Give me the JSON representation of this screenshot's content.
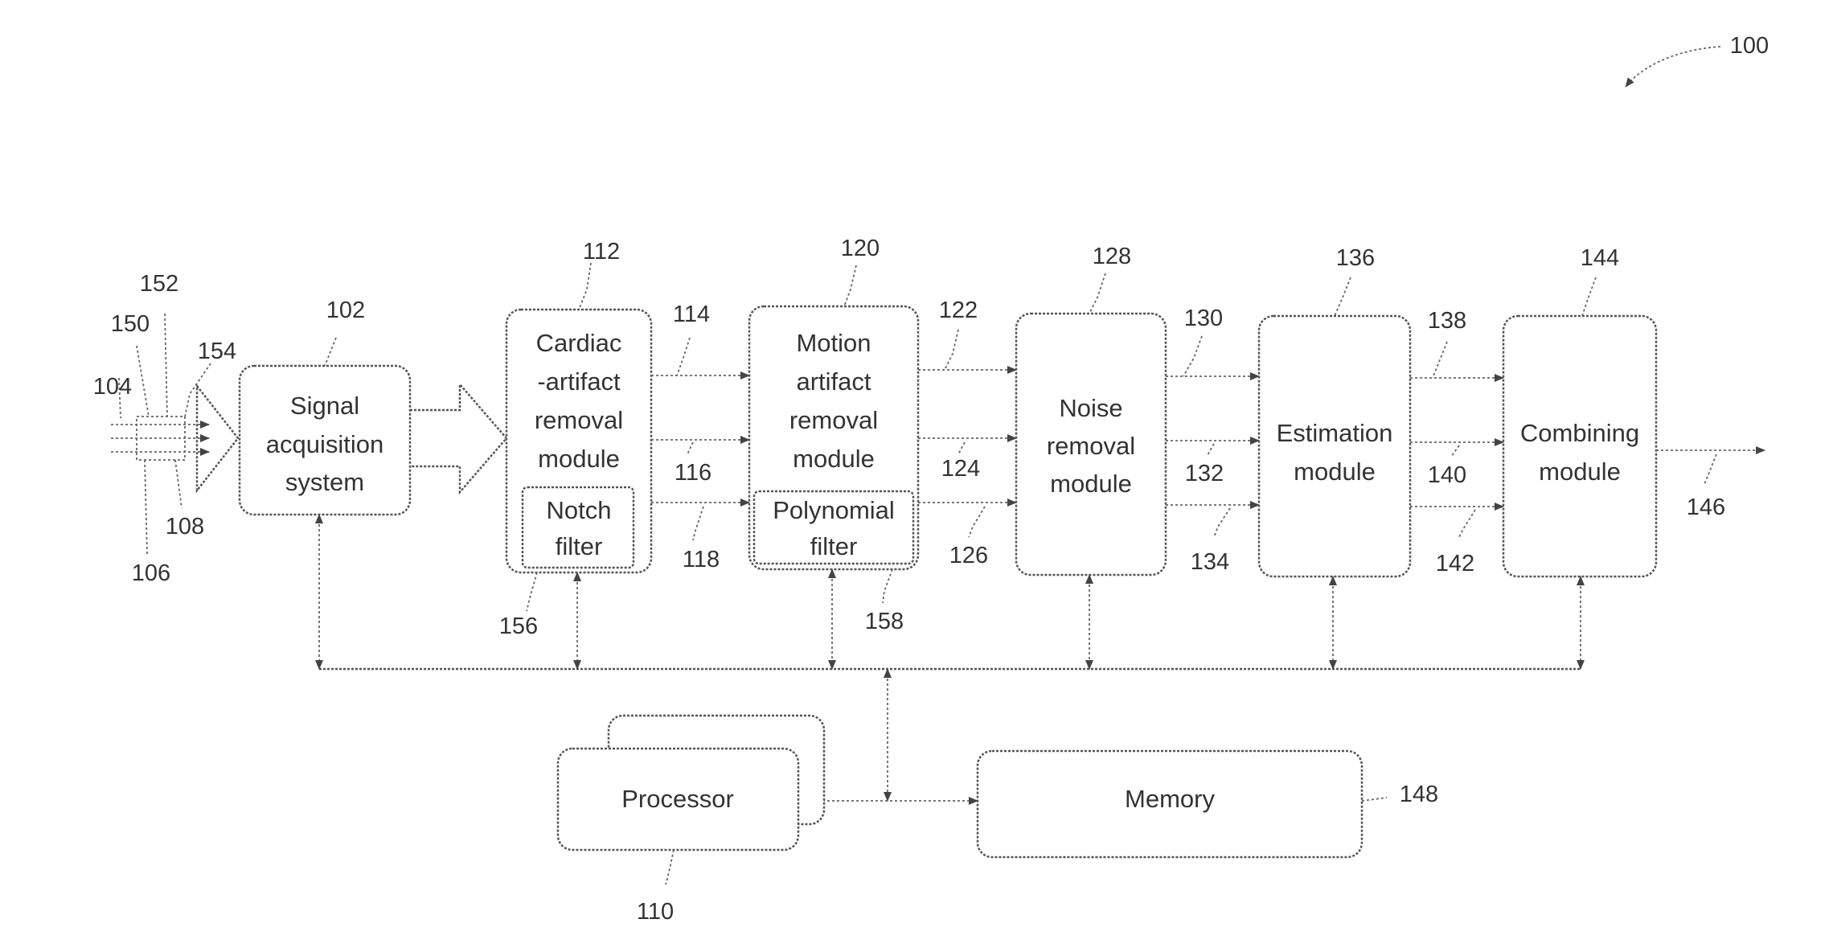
{
  "figure_ref": "100",
  "blocks": {
    "signal": {
      "ref": "102",
      "lines": [
        "Signal",
        "acquisition",
        "system"
      ]
    },
    "cardiac": {
      "ref": "112",
      "lines": [
        "Cardiac",
        "-artifact",
        "removal",
        "module"
      ],
      "sub": {
        "ref": "156",
        "lines": [
          "Notch",
          "filter"
        ]
      }
    },
    "motion": {
      "ref": "120",
      "lines": [
        "Motion",
        "artifact",
        "removal",
        "module"
      ],
      "sub": {
        "ref": "158",
        "lines": [
          "Polynomial",
          "filter"
        ]
      }
    },
    "noise": {
      "ref": "128",
      "lines": [
        "Noise",
        "removal",
        "module"
      ]
    },
    "estimation": {
      "ref": "136",
      "lines": [
        "Estimation",
        "module"
      ]
    },
    "combining": {
      "ref": "144",
      "lines": [
        "Combining",
        "module"
      ]
    },
    "processor": {
      "ref": "110",
      "label": "Processor"
    },
    "memory": {
      "ref": "148",
      "label": "Memory"
    }
  },
  "input_refs": {
    "r104": "104",
    "r106": "106",
    "r108": "108",
    "r150": "150",
    "r152": "152",
    "r154": "154"
  },
  "signal_refs": {
    "s114": "114",
    "s116": "116",
    "s118": "118",
    "s122": "122",
    "s124": "124",
    "s126": "126",
    "s130": "130",
    "s132": "132",
    "s134": "134",
    "s138": "138",
    "s140": "140",
    "s142": "142",
    "s146": "146"
  }
}
